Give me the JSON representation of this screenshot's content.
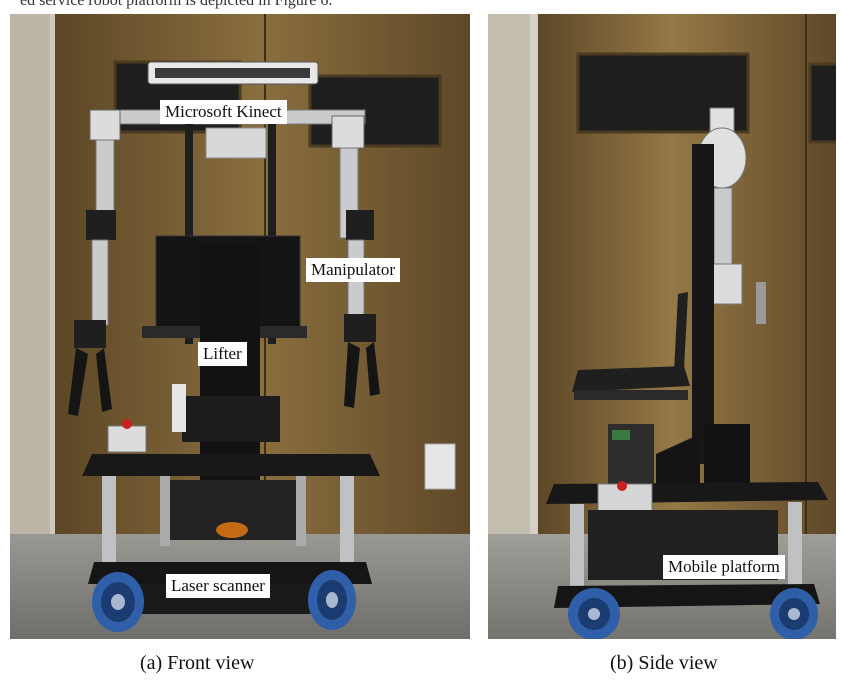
{
  "header_fragment": "ed service robot platform is depicted in Figure 6.",
  "panels": {
    "front": {
      "caption": "(a)  Front view",
      "labels": {
        "kinect": "Microsoft Kinect",
        "manipulator": "Manipulator",
        "lifter": "Lifter",
        "laser": "Laser scanner"
      }
    },
    "side": {
      "caption": "(b) Side view",
      "labels": {
        "mobile": "Mobile platform"
      }
    }
  },
  "colors": {
    "door": "#7a6236",
    "floor": "#8a8a86",
    "wall": "#d8d3c6",
    "robot_dark": "#1a1a1a",
    "arm_silver": "#c9cbcc",
    "wheel_blue": "#2f5fa8"
  }
}
